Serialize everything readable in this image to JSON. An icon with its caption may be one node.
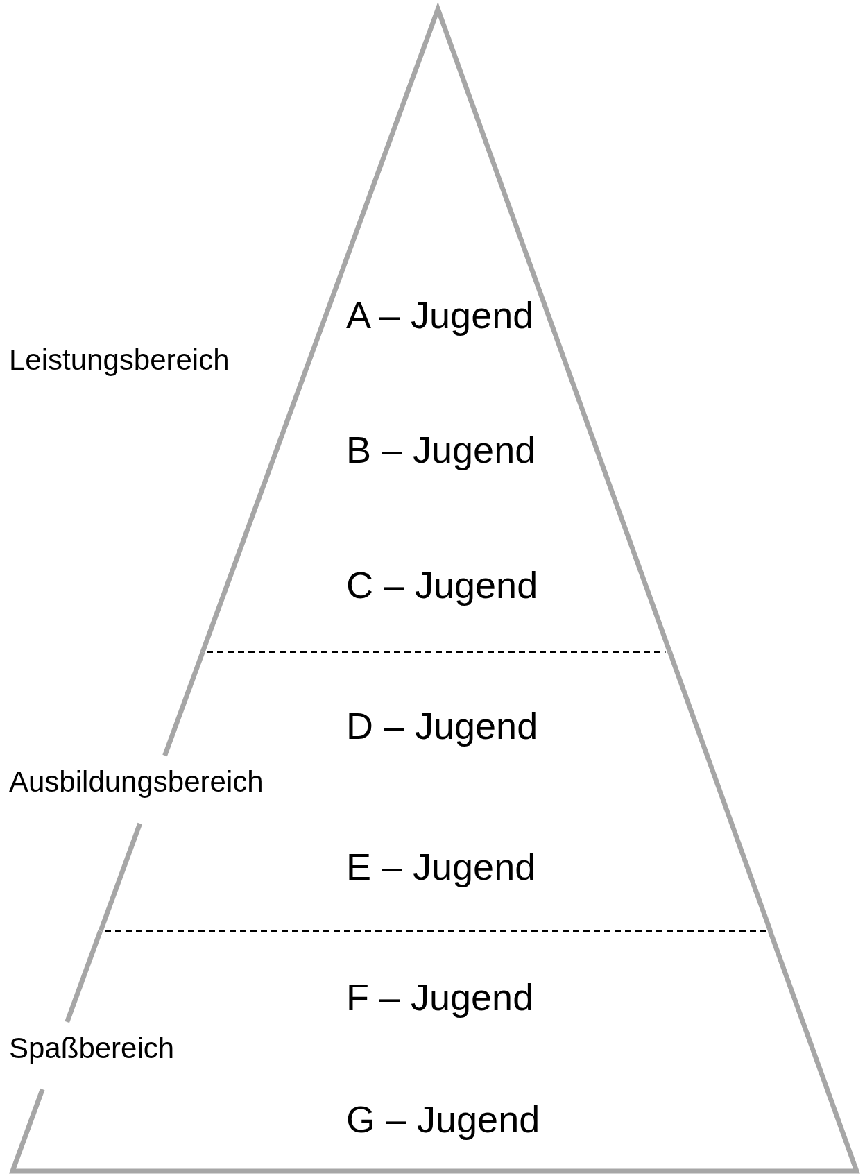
{
  "diagram": {
    "nodes": [
      {
        "text": [
          "A – Jugend",
          "B – Jugend",
          "C – Jugend"
        ]
      },
      {
        "text": [
          "D – Jugend",
          "E – Jugend"
        ]
      },
      {
        "text": [
          "F – Jugend",
          "G – Jugend"
        ]
      }
    ],
    "labels": [
      "Leistungsbereich",
      "Ausbildungsbereich",
      "Spaßbereich"
    ]
  }
}
